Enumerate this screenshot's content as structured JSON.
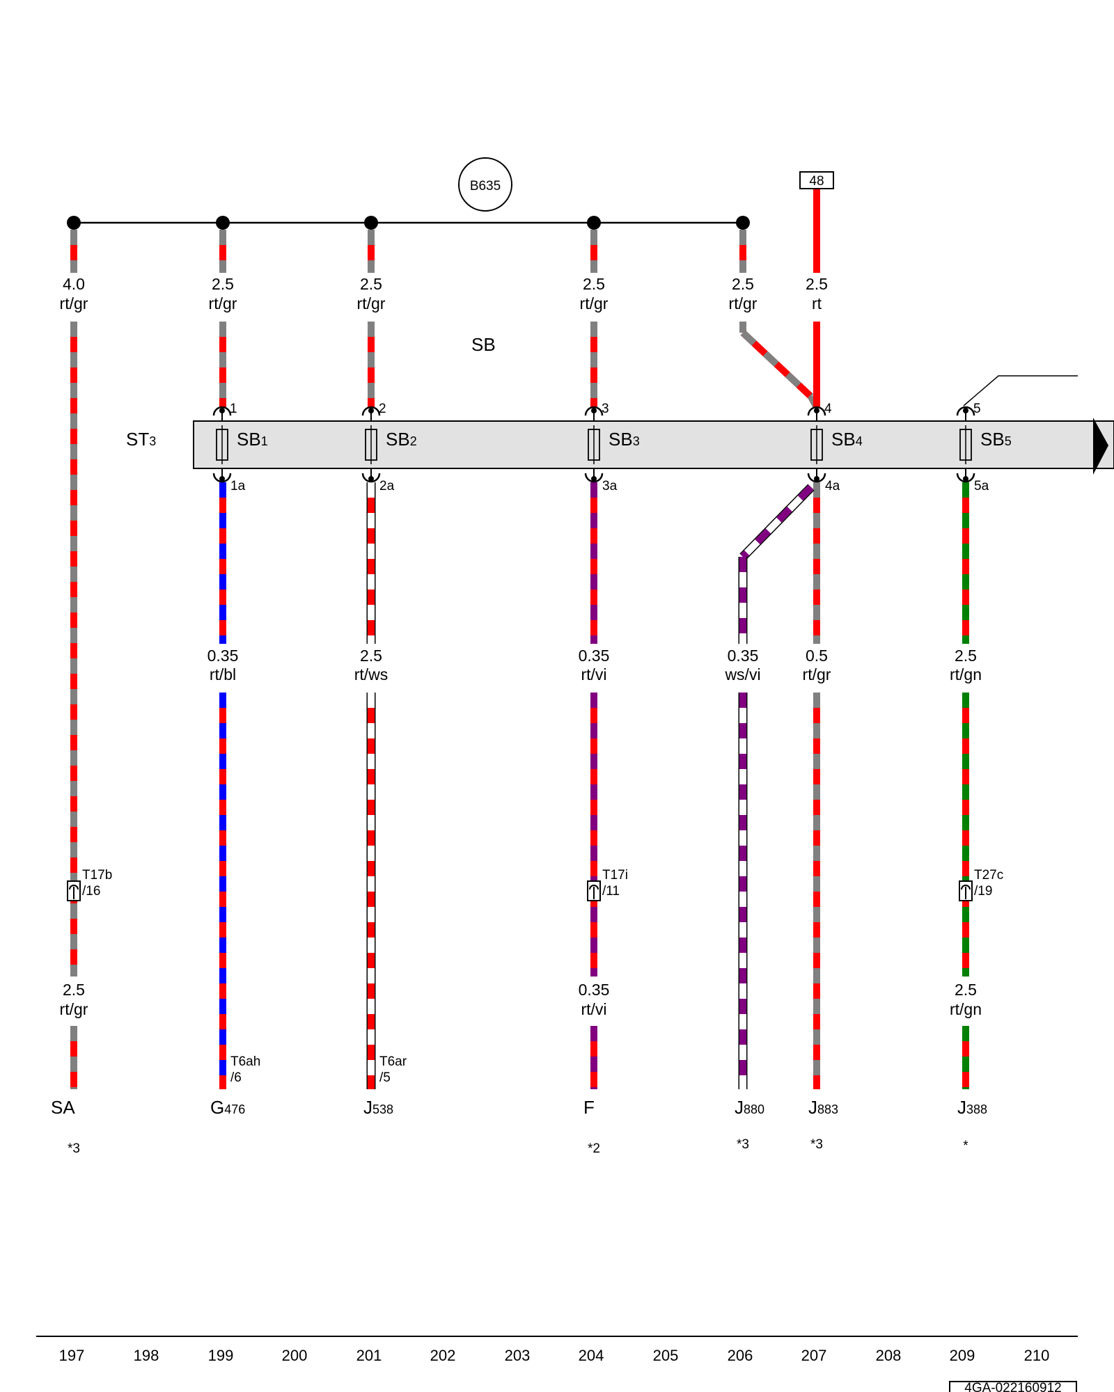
{
  "diagram": {
    "connector_label": "B635",
    "terminal_label": "48",
    "fuse_holder_label": "SB",
    "relay_label": {
      "main": "ST",
      "sub": "3"
    },
    "footer_code": "4GA-022160912",
    "colors": {
      "rt": "#ff0000",
      "gr": "#808080",
      "bl": "#0000ff",
      "ws": "#ffffff",
      "vi": "#800080",
      "gn": "#008000",
      "bar_fill": "#e2e2e2"
    },
    "fuses": [
      {
        "main": "SB",
        "sub": "1",
        "in": "1",
        "out": "1a"
      },
      {
        "main": "SB",
        "sub": "2",
        "in": "2",
        "out": "2a"
      },
      {
        "main": "SB",
        "sub": "3",
        "in": "3",
        "out": "3a"
      },
      {
        "main": "SB",
        "sub": "4",
        "in": "4",
        "out": "4a"
      },
      {
        "main": "SB",
        "sub": "5",
        "in": "5",
        "out": "5a"
      }
    ],
    "top_wire_labels": [
      {
        "size": "4.0",
        "color": "rt/gr"
      },
      {
        "size": "2.5",
        "color": "rt/gr"
      },
      {
        "size": "2.5",
        "color": "rt/gr"
      },
      {
        "size": "2.5",
        "color": "rt/gr"
      },
      {
        "size": "2.5",
        "color": "rt/gr"
      },
      {
        "size": "2.5",
        "color": "rt"
      }
    ],
    "mid_wire_labels": [
      {
        "size": "0.35",
        "color": "rt/bl"
      },
      {
        "size": "2.5",
        "color": "rt/ws"
      },
      {
        "size": "0.35",
        "color": "rt/vi"
      },
      {
        "size": "0.35",
        "color": "ws/vi"
      },
      {
        "size": "0.5",
        "color": "rt/gr"
      },
      {
        "size": "2.5",
        "color": "rt/gn"
      }
    ],
    "low_wire_labels": [
      {
        "size": "2.5",
        "color": "rt/gr"
      },
      {
        "size": "0.35",
        "color": "rt/vi"
      },
      {
        "size": "2.5",
        "color": "rt/gn"
      }
    ],
    "connectors": [
      {
        "line1": "T17b",
        "line2": "/16"
      },
      {
        "line1": "T17i",
        "line2": "/11"
      },
      {
        "line1": "T27c",
        "line2": "/19"
      }
    ],
    "pin_labels": [
      {
        "line1": "T6ah",
        "line2": "/6"
      },
      {
        "line1": "T6ar",
        "line2": "/5"
      }
    ],
    "components": [
      {
        "main": "SA",
        "sub": ""
      },
      {
        "main": "G",
        "sub": "476"
      },
      {
        "main": "J",
        "sub": "538"
      },
      {
        "main": "F",
        "sub": ""
      },
      {
        "main": "J",
        "sub": "880"
      },
      {
        "main": "J",
        "sub": "883"
      },
      {
        "main": "J",
        "sub": "388"
      }
    ],
    "notes": [
      "*3",
      "*2",
      "*3",
      "*3",
      "*"
    ],
    "scale_numbers": [
      "197",
      "198",
      "199",
      "200",
      "201",
      "202",
      "203",
      "204",
      "205",
      "206",
      "207",
      "208",
      "209",
      "210"
    ]
  }
}
